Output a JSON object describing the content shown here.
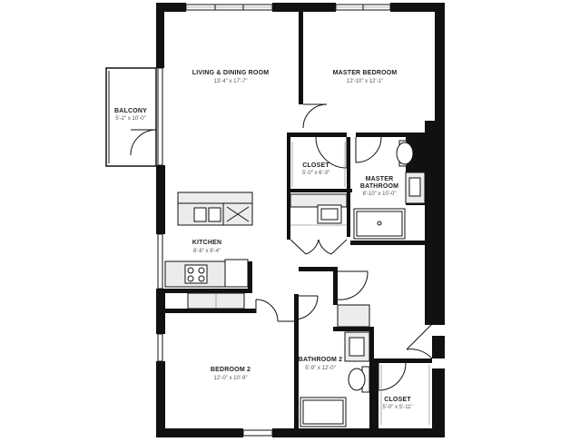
{
  "rooms": {
    "living": {
      "name": "LIVING & DINING ROOM",
      "dims": "13'-4\" x 17'-7\""
    },
    "master_bedroom": {
      "name": "MASTER BEDROOM",
      "dims": "12'-10\" x 12'-1\""
    },
    "balcony": {
      "name": "BALCONY",
      "dims": "5'-2\" x 10'-0\""
    },
    "closet_master": {
      "name": "CLOSET",
      "dims": "5'-0\" x 6'-3\""
    },
    "master_bathroom": {
      "name_line1": "MASTER",
      "name_line2": "BATHROOM",
      "dims": "8'-10\" x 10'-0\""
    },
    "kitchen": {
      "name": "KITCHEN",
      "dims": "8'-8\" x 9'-4\""
    },
    "bedroom2": {
      "name": "BEDROOM 2",
      "dims": "12'-0\" x 10'-9\""
    },
    "bathroom2": {
      "name": "BATHROOM 2",
      "dims": "5'-9\" x 12'-0\""
    },
    "closet2": {
      "name": "CLOSET",
      "dims": "5'-0\" x 5'-11\""
    }
  },
  "colors": {
    "wall": "#111111",
    "fixture": "#ececec",
    "background": "#ffffff"
  }
}
